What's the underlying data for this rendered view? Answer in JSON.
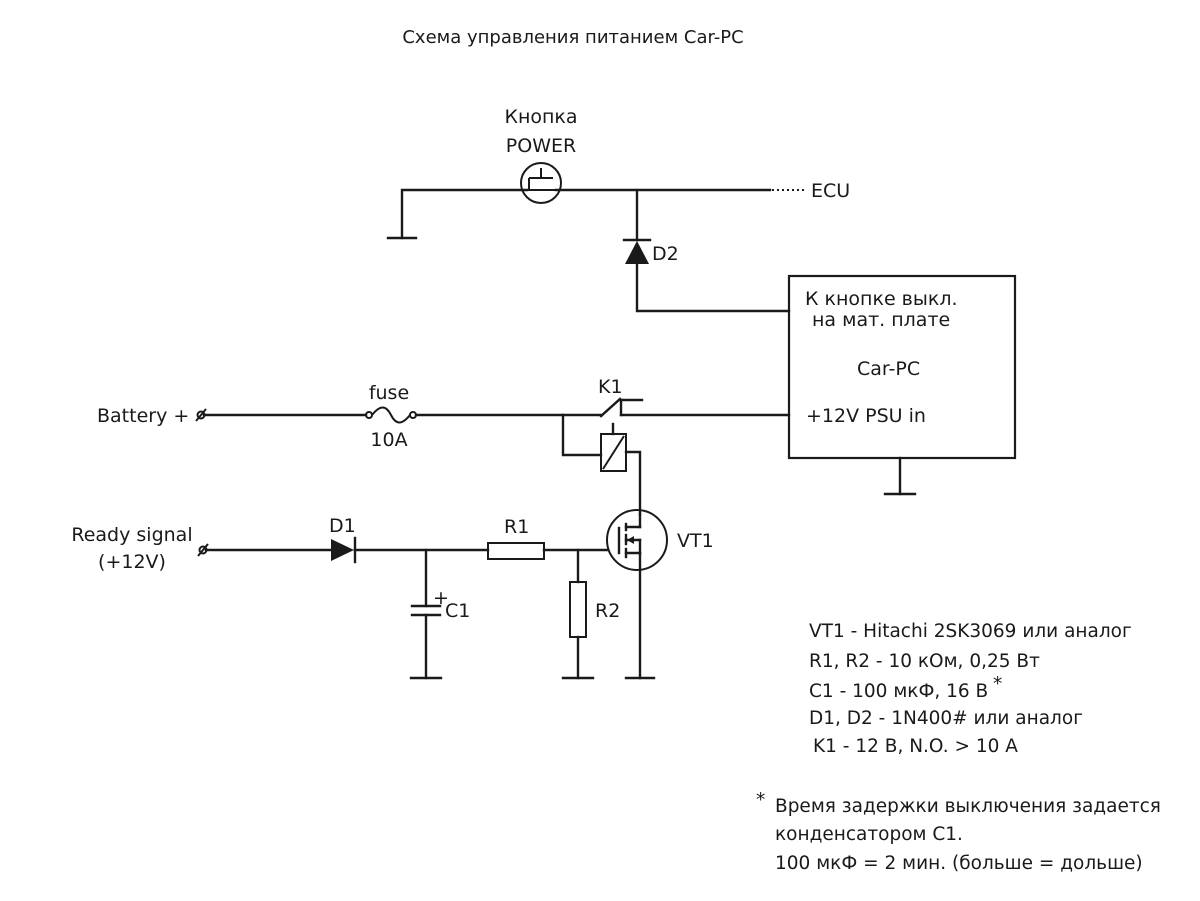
{
  "title": "Схема управления питанием Car-PC",
  "button": {
    "line1": "Кнопка",
    "line2": "POWER"
  },
  "ecu_label": "ECU",
  "labels": {
    "d2": "D2",
    "d1": "D1",
    "k1": "K1",
    "r1": "R1",
    "r2": "R2",
    "c1": "C1",
    "c1_polarity": "+",
    "vt1": "VT1",
    "fuse": "fuse",
    "fuse_rating": "10A"
  },
  "inputs": {
    "battery": "Battery +",
    "ready_line1": "Ready signal",
    "ready_line2": "(+12V)"
  },
  "carpc": {
    "button_line1": "К кнопке выкл.",
    "button_line2": "на мат. плате",
    "name": "Car-PC",
    "psu": "+12V PSU in"
  },
  "parts_list": [
    "VT1 - Hitachi 2SK3069 или аналог",
    "R1, R2 - 10 кОм, 0,25 Вт",
    "C1 - 100 мкФ, 16 В",
    "D1, D2 - 1N400# или аналог",
    "K1 - 12 В, N.O. > 10 А"
  ],
  "asterisk": "*",
  "footnote": {
    "marker": "*",
    "line1": "Время задержки выключения задается",
    "line2": "конденсатором C1.",
    "line3": "100 мкФ = 2 мин. (больше = дольше)"
  }
}
